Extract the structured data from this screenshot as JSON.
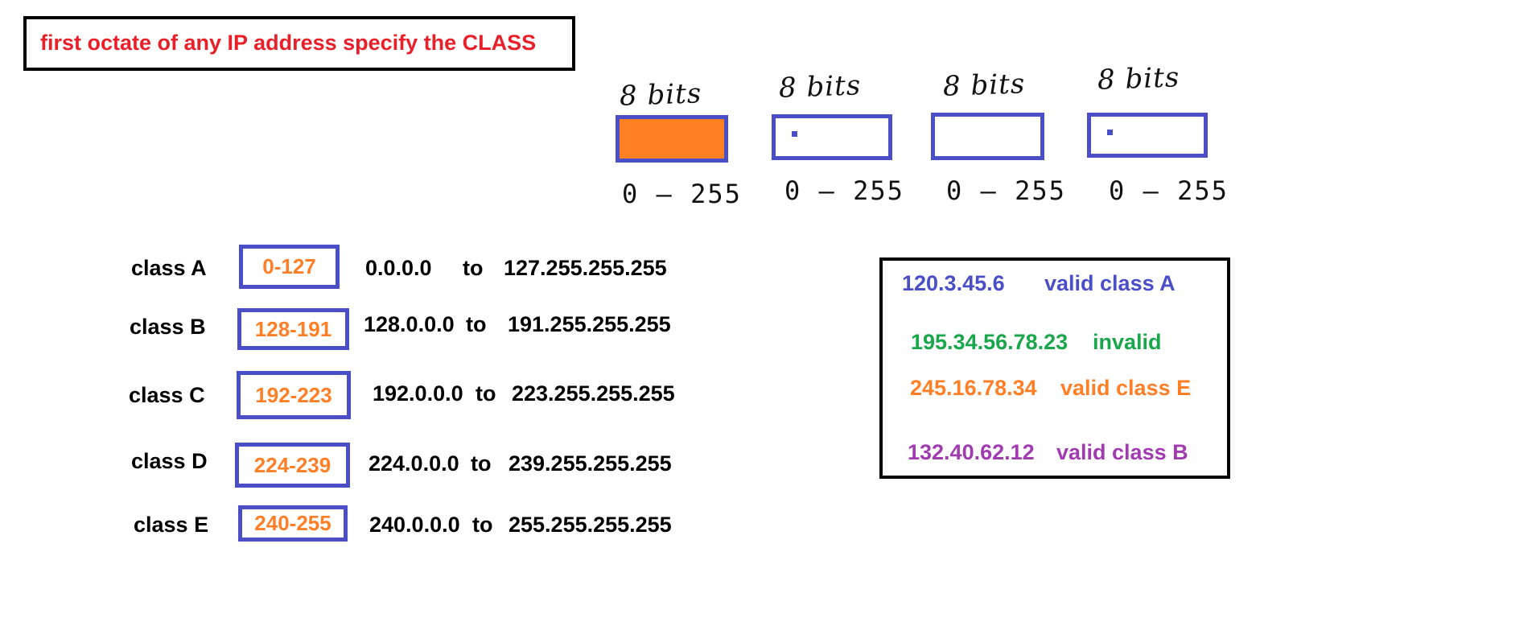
{
  "title": "first octate of any IP address specify the CLASS",
  "octets": [
    {
      "bits_label": "8 bits",
      "range_label": "0 – 255"
    },
    {
      "bits_label": "8 bits",
      "range_label": "0 – 255"
    },
    {
      "bits_label": "8 bits",
      "range_label": "0 – 255"
    },
    {
      "bits_label": "8  bits",
      "range_label": "0 – 255"
    }
  ],
  "classes": [
    {
      "label": "class A",
      "range": "0-127",
      "from": "0.0.0.0",
      "to_word": "to",
      "to": "127.255.255.255"
    },
    {
      "label": "class B",
      "range": "128-191",
      "from": "128.0.0.0",
      "to_word": "to",
      "to": "191.255.255.255"
    },
    {
      "label": "class C",
      "range": "192-223",
      "from": "192.0.0.0",
      "to_word": "to",
      "to": "223.255.255.255"
    },
    {
      "label": "class D",
      "range": "224-239",
      "from": "224.0.0.0",
      "to_word": "to",
      "to": "239.255.255.255"
    },
    {
      "label": "class E",
      "range": "240-255",
      "from": "240.0.0.0",
      "to_word": "to",
      "to": "255.255.255.255"
    }
  ],
  "examples": [
    {
      "ip": "120.3.45.6",
      "verdict": "valid  class A",
      "color": "#4a4fc7"
    },
    {
      "ip": "195.34.56.78.23",
      "verdict": "invalid",
      "color": "#1aa64a"
    },
    {
      "ip": "245.16.78.34",
      "verdict": "valid class E",
      "color": "#ff7f27"
    },
    {
      "ip": "132.40.62.12",
      "verdict": "valid  class B",
      "color": "#a03cb0"
    }
  ],
  "colors": {
    "title": "#e8202a",
    "octet_border": "#4a4fc7",
    "octet_fill": "#ff8020",
    "range_text": "#ff7f27"
  }
}
